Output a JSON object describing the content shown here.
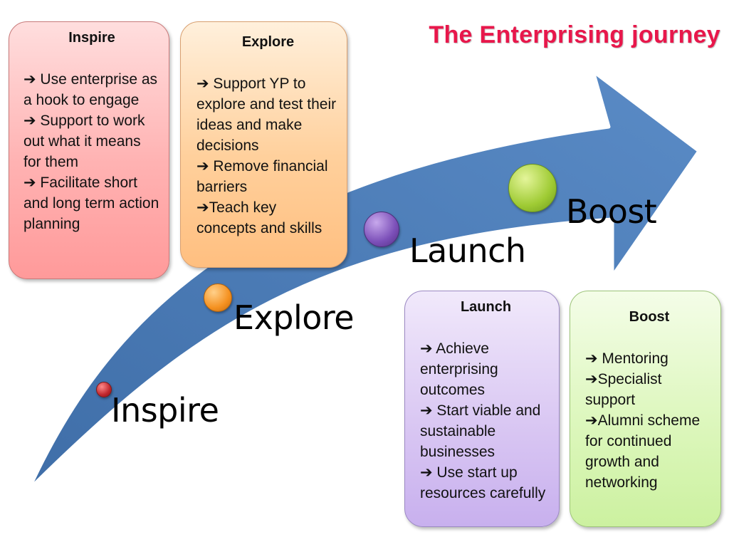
{
  "title": "The Enterprising journey",
  "colors": {
    "title": "#e8174b",
    "arrow": "#4f81bd",
    "inspire": "#ffb2b2",
    "explore": "#ffd09c",
    "launch": "#dac8f3",
    "boost": "#ddf7bd"
  },
  "boxes": {
    "inspire": {
      "heading": "Inspire",
      "items": [
        "➔ Use enterprise as a hook to engage",
        "➔ Support to work out what it means for them",
        "➔ Facilitate short and long term action planning"
      ]
    },
    "explore": {
      "heading": "Explore",
      "items": [
        "➔ Support YP to explore and test their ideas and make decisions",
        "➔ Remove financial barriers",
        "➔Teach key concepts and skills"
      ]
    },
    "launch": {
      "heading": "Launch",
      "items": [
        "➔ Achieve enterprising outcomes",
        "➔ Start viable and sustainable businesses",
        "➔ Use start up resources carefully"
      ]
    },
    "boost": {
      "heading": "Boost",
      "items": [
        "➔ Mentoring",
        "➔Specialist support",
        "➔Alumni scheme for continued growth and networking"
      ]
    }
  },
  "stages": {
    "inspire": "Inspire",
    "explore": "Explore",
    "launch": "Launch",
    "boost": "Boost"
  }
}
